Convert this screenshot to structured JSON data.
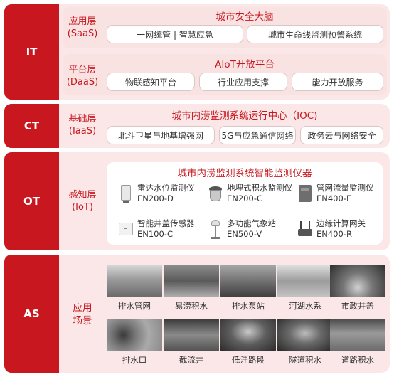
{
  "layers": {
    "it": {
      "tag": "IT",
      "saas": {
        "label_line1": "应用层",
        "label_line2": "(SaaS)",
        "title": "城市安全大脑",
        "items": [
          "一网统管 | 智慧应急",
          "城市生命线监测预警系统"
        ]
      },
      "daas": {
        "label_line1": "平台层",
        "label_line2": "(DaaS)",
        "title": "AIoT开放平台",
        "items": [
          "物联感知平台",
          "行业应用支撑",
          "能力开放服务"
        ]
      }
    },
    "ct": {
      "tag": "CT",
      "label_line1": "基础层",
      "label_line2": "(IaaS)",
      "title": "城市内涝监测系统运行中心（IOC)",
      "items": [
        "北斗卫星与地基增强网",
        "5G与应急通信网络",
        "政务云与网络安全"
      ]
    },
    "ot": {
      "tag": "OT",
      "label_line1": "感知层",
      "label_line2": "(IoT)",
      "title": "城市内涝监测系统智能监测仪器",
      "devices": [
        {
          "name": "雷达水位监测仪",
          "model": "EN200-D",
          "icon": "radar-level-meter-icon"
        },
        {
          "name": "地埋式积水监测仪",
          "model": "EN200-C",
          "icon": "buried-water-sensor-icon"
        },
        {
          "name": "管网流量监测仪",
          "model": "EN400-F",
          "icon": "pipe-flow-meter-icon"
        },
        {
          "name": "智能井盖传感器",
          "model": "EN100-C",
          "icon": "manhole-cover-sensor-icon"
        },
        {
          "name": "多功能气象站",
          "model": "EN500-V",
          "icon": "weather-station-icon"
        },
        {
          "name": "边缘计算网关",
          "model": "EN400-R",
          "icon": "edge-gateway-icon"
        }
      ]
    },
    "as": {
      "tag": "AS",
      "label_line1": "应用",
      "label_line2": "场景",
      "scenes": [
        "排水管网",
        "易涝积水",
        "排水泵站",
        "河湖水系",
        "市政井盖",
        "排水口",
        "截流井",
        "低洼路段",
        "隧道积水",
        "道路积水"
      ]
    }
  },
  "colors": {
    "accent": "#c8171e",
    "panel": "#fbe7e7",
    "subpanel": "#f9e2e2"
  }
}
